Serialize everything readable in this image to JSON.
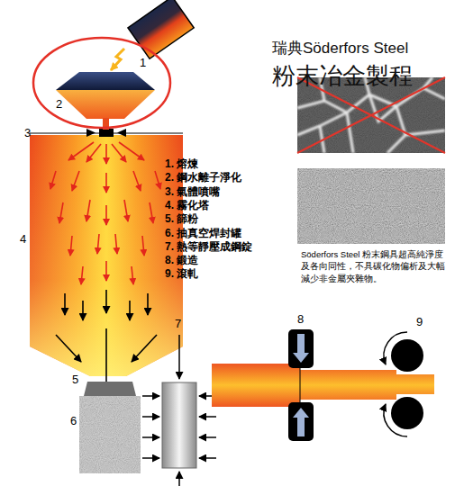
{
  "diagram": {
    "title": "瑞典Söderfors Steel 粉末冶金製程",
    "labels": [
      "1",
      "2",
      "3",
      "4",
      "5",
      "6",
      "7",
      "8",
      "9",
      "1. 熔煉",
      "2. 鋼水離子淨化",
      "3. 氣體噴嘴",
      "4. 霧化塔",
      "5. 篩粉",
      "6. 抽真空焊封罐",
      "7. 熱等靜壓成鋼錠",
      "8. 鍛造",
      "9. 滾軋",
      "Söderfors Steel 粉末鋼具超高純淨度及各向同性，不具碳化物偏析及大幅減少非金屬夾雜物。"
    ]
  }
}
